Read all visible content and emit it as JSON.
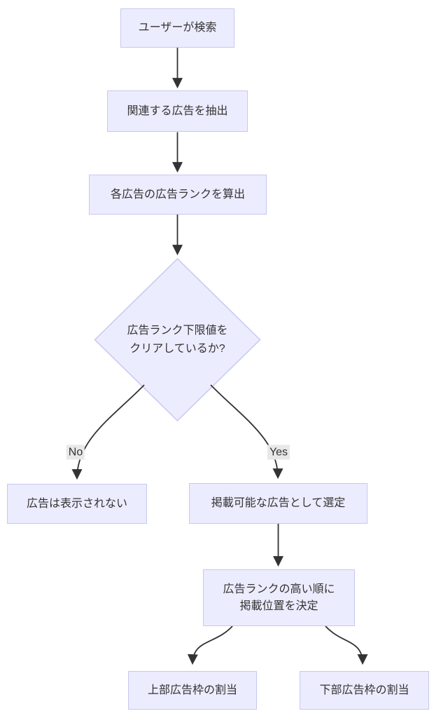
{
  "diagram": {
    "nodes": {
      "user_search": {
        "label": "ユーザーが検索"
      },
      "extract_ads": {
        "label": "関連する広告を抽出"
      },
      "calc_ad_rank": {
        "label": "各広告の広告ランクを算出"
      },
      "rank_threshold": {
        "label": "広告ランク下限値を\nクリアしているか?"
      },
      "not_displayed": {
        "label": "広告は表示されない"
      },
      "selected_ads": {
        "label": "掲載可能な広告として選定"
      },
      "decide_position": {
        "label": "広告ランクの高い順に\n掲載位置を決定"
      },
      "top_slot": {
        "label": "上部広告枠の割当"
      },
      "bottom_slot": {
        "label": "下部広告枠の割当"
      }
    },
    "edge_labels": {
      "no": "No",
      "yes": "Yes"
    },
    "colors": {
      "node_fill": "#ECECFF",
      "node_border": "#c6c8f0",
      "edge_line": "#333333",
      "edge_label_bg": "#e8e8e8",
      "text": "#333333"
    }
  }
}
